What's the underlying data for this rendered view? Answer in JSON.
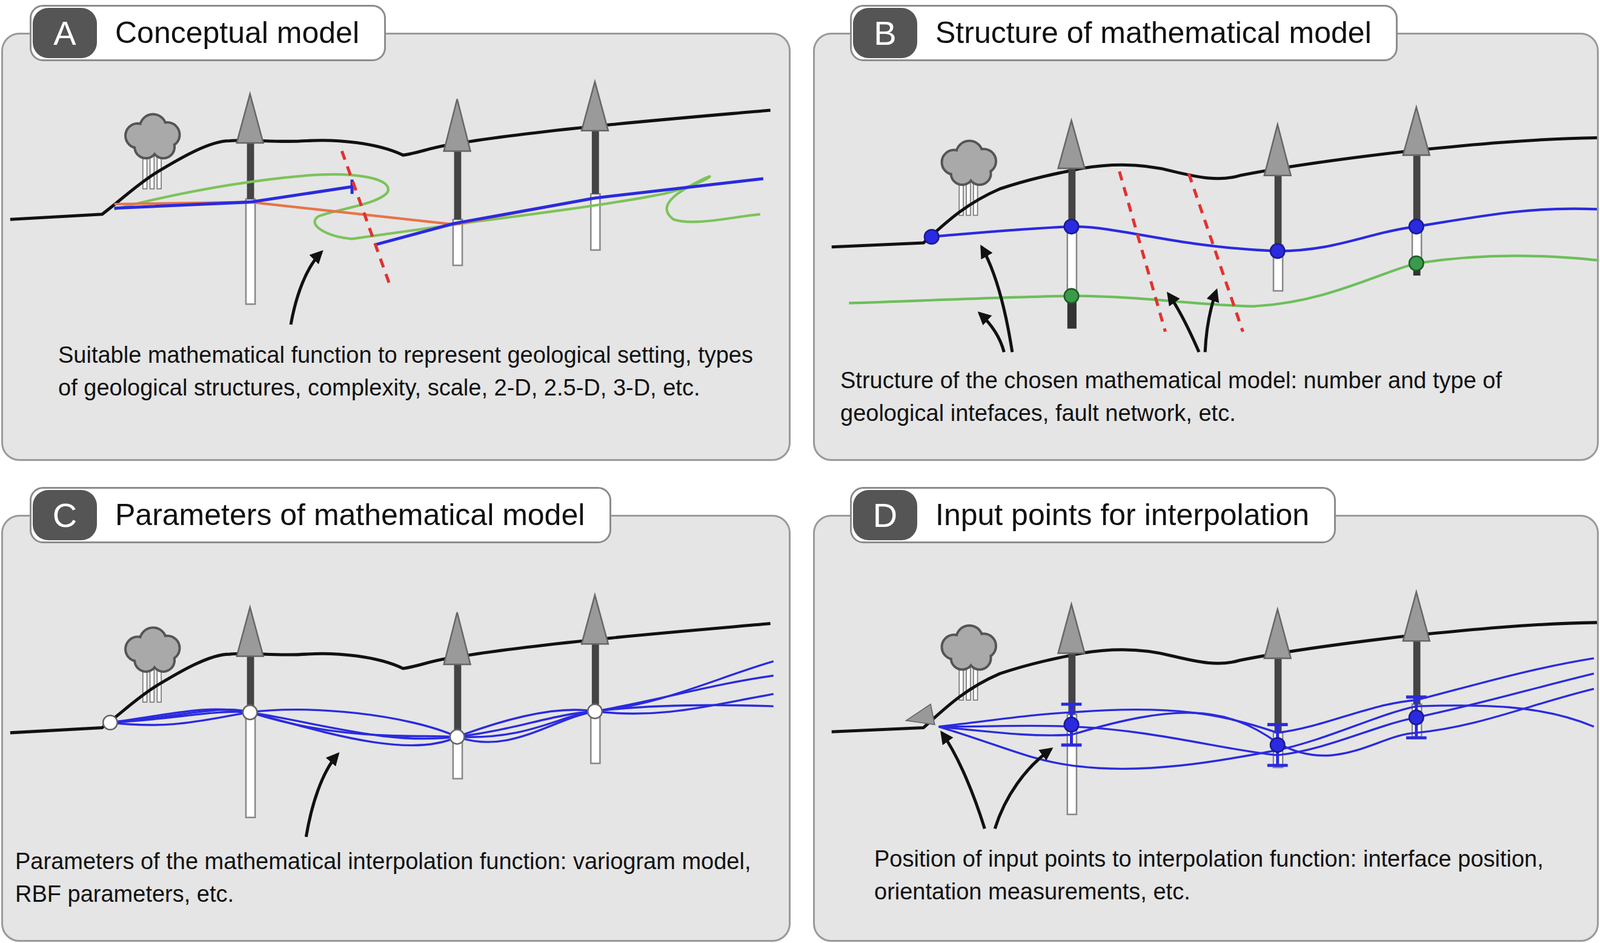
{
  "diagram": {
    "nodes": [
      {
        "text": [
          "Suitable mathematical function to represent geological setting, types of geological structures, complexity, scale, 2-D, 2.5-D, 3-D, etc."
        ]
      },
      {
        "text": [
          "Conceptual model"
        ],
        "in": 0
      },
      {
        "text": [
          "A"
        ],
        "in": 1
      },
      {
        "text": [
          "Structure of the chosen mathematical model: number and type of geological intefaces, fault network, etc."
        ]
      },
      {
        "text": [
          "Structure of mathematical model"
        ],
        "in": 3
      },
      {
        "text": [
          "B"
        ],
        "in": 4
      },
      {
        "text": [
          "Parameters of the mathematical interpolation function: variogram model, RBF parameters, etc."
        ]
      },
      {
        "text": [
          "Parameters of mathematical model"
        ],
        "in": 6
      },
      {
        "text": [
          "C"
        ],
        "in": 7
      },
      {
        "text": [
          "Position of input points to interpolation function: interface position, orientation measurements, etc."
        ]
      },
      {
        "text": [
          "Input points for interpolation"
        ],
        "in": 9
      },
      {
        "text": [
          "D"
        ],
        "in": 10
      }
    ]
  }
}
